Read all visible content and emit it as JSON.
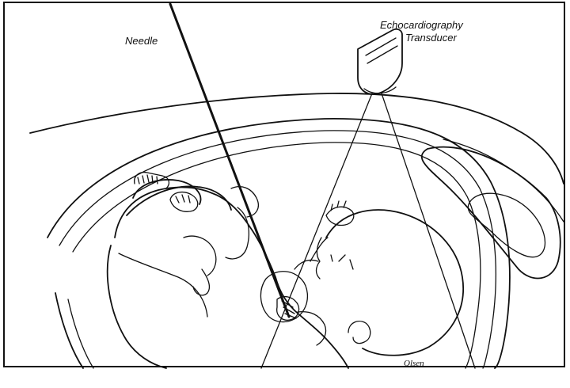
{
  "figure": {
    "labels": {
      "needle": "Needle",
      "transducer_line1": "Echocardiography",
      "transducer_line2": "Transducer"
    },
    "signature": "Olsen"
  }
}
